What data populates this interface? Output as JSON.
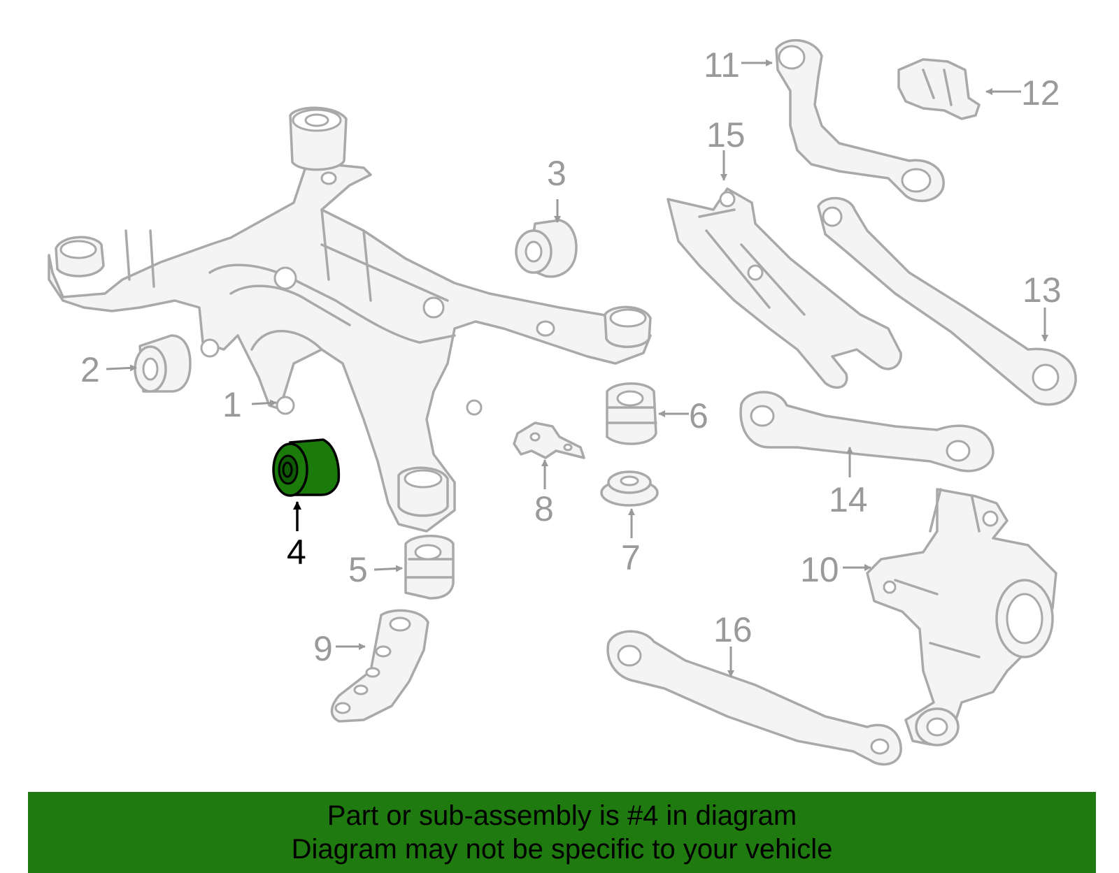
{
  "diagram": {
    "highlighted_callout": "4",
    "highlight_color": "#1f7a10",
    "part_stroke_color": "#a9a9a9",
    "callouts": [
      {
        "id": "1",
        "label": "1"
      },
      {
        "id": "2",
        "label": "2"
      },
      {
        "id": "3",
        "label": "3"
      },
      {
        "id": "4",
        "label": "4"
      },
      {
        "id": "5",
        "label": "5"
      },
      {
        "id": "6",
        "label": "6"
      },
      {
        "id": "7",
        "label": "7"
      },
      {
        "id": "8",
        "label": "8"
      },
      {
        "id": "9",
        "label": "9"
      },
      {
        "id": "10",
        "label": "10"
      },
      {
        "id": "11",
        "label": "11"
      },
      {
        "id": "12",
        "label": "12"
      },
      {
        "id": "13",
        "label": "13"
      },
      {
        "id": "14",
        "label": "14"
      },
      {
        "id": "15",
        "label": "15"
      },
      {
        "id": "16",
        "label": "16"
      }
    ]
  },
  "banner": {
    "line1": "Part or sub-assembly is #4 in diagram",
    "line2": "Diagram may not be specific to your vehicle"
  }
}
